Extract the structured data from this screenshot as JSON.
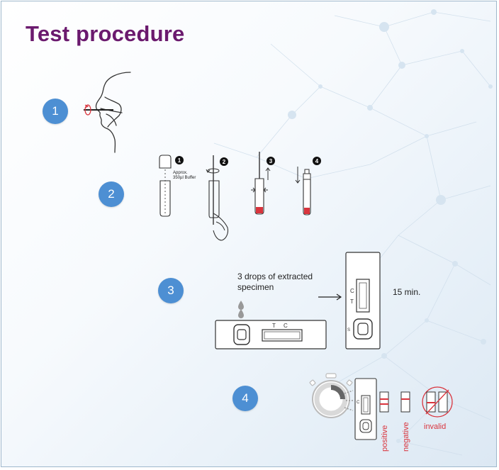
{
  "title": "Test procedure",
  "steps": [
    {
      "number": "1"
    },
    {
      "number": "2"
    },
    {
      "number": "3"
    },
    {
      "number": "4"
    }
  ],
  "step2": {
    "substeps": [
      "1",
      "2",
      "3",
      "4"
    ],
    "buffer_note_line1": "Approx.",
    "buffer_note_line2": "350µl Buffer"
  },
  "step3": {
    "instruction_line1": "3 drops of extracted",
    "instruction_line2": "specimen",
    "cassette_marks": [
      "T",
      "C"
    ],
    "result_marks": [
      "C",
      "T"
    ],
    "sample_mark": "S",
    "wait_time": "15 min."
  },
  "step4": {
    "cassette_mark": "C",
    "results": [
      "positive",
      "negative",
      "invalid"
    ]
  },
  "colors": {
    "title": "#6b1a6e",
    "badge": "#4d8fd3",
    "result_red": "#d9343d",
    "line": "#333333"
  }
}
